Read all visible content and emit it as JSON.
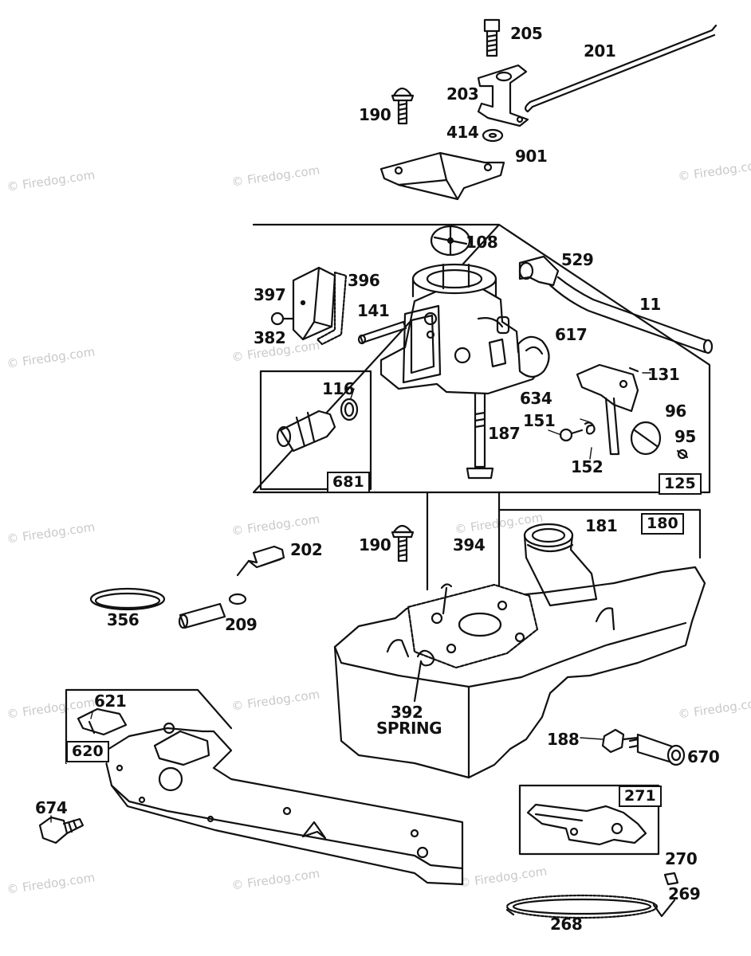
{
  "watermark": "© Firedog.com",
  "colors": {
    "ink": "#111111",
    "watermark": "#c9c9c9",
    "paper": "#ffffff"
  },
  "labels": {
    "p205": "205",
    "p201": "201",
    "p203": "203",
    "p190a": "190",
    "p414": "414",
    "p901": "901",
    "p108": "108",
    "p529": "529",
    "p397": "397",
    "p396": "396",
    "p382": "382",
    "p141": "141",
    "p11": "11",
    "p617": "617",
    "p116": "116",
    "p131": "131",
    "p634": "634",
    "p96": "96",
    "p151": "151",
    "p187": "187",
    "p95": "95",
    "p152": "152",
    "p181": "181",
    "p190b": "190",
    "p394": "394",
    "p202": "202",
    "p356": "356",
    "p209": "209",
    "p392": "392",
    "spring": "SPRING",
    "p621": "621",
    "p188": "188",
    "p670": "670",
    "p674": "674",
    "p270": "270",
    "p269": "269",
    "p268": "268"
  },
  "boxes": {
    "b681": "681",
    "b125": "125",
    "b180": "180",
    "b620": "620",
    "b271": "271"
  }
}
